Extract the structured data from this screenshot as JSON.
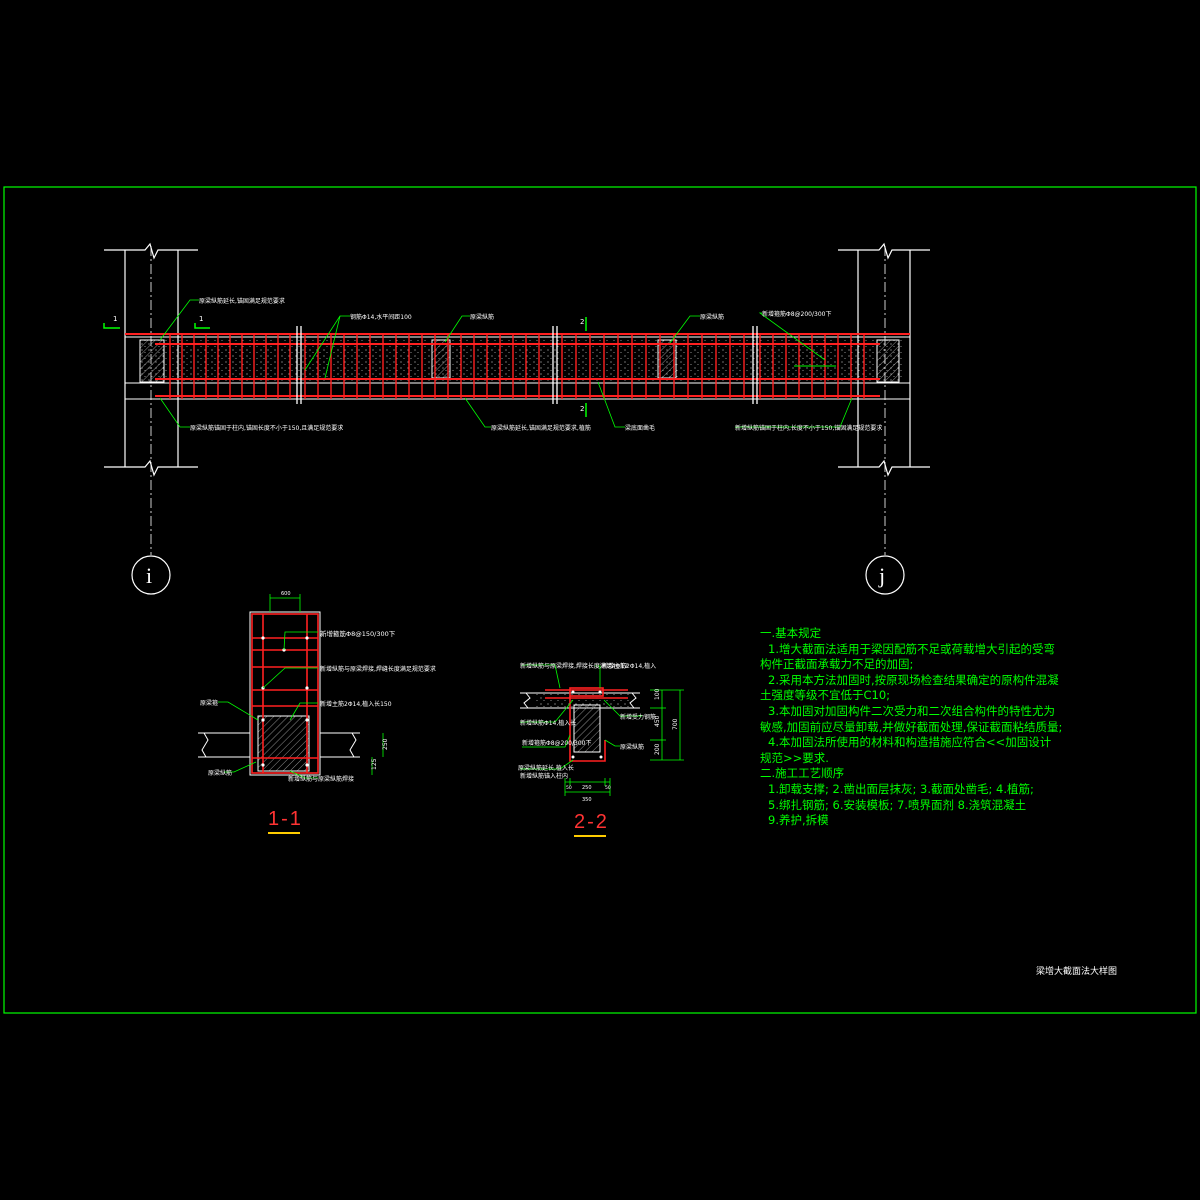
{
  "sheet_title": "梁增大截面法大样图",
  "axes": [
    "i",
    "j"
  ],
  "sections": [
    {
      "id": "1-1",
      "title": "1-1"
    },
    {
      "id": "2-2",
      "title": "2-2"
    }
  ],
  "section_cut_labels": {
    "left_cut": "1",
    "mid_cut": "2"
  },
  "elevation_labels": [
    "原梁纵筋延长,锚固满足规范要求",
    "钢筋Φ14,水平间距100",
    "原梁纵筋",
    "新增箍筋Φ8@200/300下",
    "原梁纵筋锚固于柱内,锚固长度不小于150,且满足规范要求",
    "原梁纵筋延长,锚固满足规范要求,植筋",
    "梁底面凿毛",
    "新增纵筋锚固于柱内,长度不小于150,锚固满足规范要求"
  ],
  "section11_labels": {
    "top_dim": "600",
    "stirrup": "新增箍筋Φ8@150/300下",
    "note1": "新增纵筋与原梁焊接,焊缝长度满足规范要求",
    "bar": "新增主筋2Φ14,植入长150",
    "left1": "原梁箍",
    "left2": "原梁纵筋",
    "bottom": "新增纵筋与原梁纵筋焊接",
    "dim_v1": "250",
    "dim_v2": "125"
  },
  "section22_labels": {
    "top1": "新增纵筋与原梁焊接,焊接长度满足4Φ12",
    "top2": "新增主筋2Φ14,植入",
    "right1": "新增受力钢筋",
    "right2": "原梁纵筋",
    "left1": "新增纵筋Φ14,植入长",
    "left2": "新增箍筋Φ8@200/300下",
    "left3": "原梁纵筋延长,植入长",
    "left4": "新增纵筋锚入柱内",
    "dim_top": "100",
    "dim_mid": "450",
    "dim_total": "700",
    "dim_bot": "200",
    "dim_w1": "50",
    "dim_w2": "250",
    "dim_w3": "50",
    "dim_wtotal": "350"
  },
  "notes": {
    "h1": "一.基本规定",
    "p1a": "1.增大截面法适用于梁因配筋不足或荷载增大引起的受弯",
    "p1b": "构件正截面承载力不足的加固;",
    "p2a": "2.采用本方法加固时,按原现场检查结果确定的原构件混凝",
    "p2b": "土强度等级不宜低于C10;",
    "p3a": "3.本加固对加固构件二次受力和二次组合构件的特性尤为",
    "p3b": "敏感,加固前应尽量卸载,并做好截面处理,保证截面粘结质量;",
    "p4a": "4.本加固法所使用的材料和构造措施应符合<<加固设计",
    "p4b": "规范>>要求.",
    "h2": "二.施工工艺顺序",
    "s1": "1.卸载支撑; 2.凿出面层抹灰; 3.截面处凿毛; 4.植筋;",
    "s2": "5.绑扎钢筋; 6.安装模板; 7.喷界面剂 8.浇筑混凝土",
    "s3": "9.养护,拆模"
  },
  "colors": {
    "background": "#000000",
    "frame": "#00ff00",
    "rebar": "#ff2020",
    "concrete": "#ffffff",
    "notes_text": "#00ff00",
    "dimension": "#00ff00",
    "title_underline": "#ffcc00"
  }
}
